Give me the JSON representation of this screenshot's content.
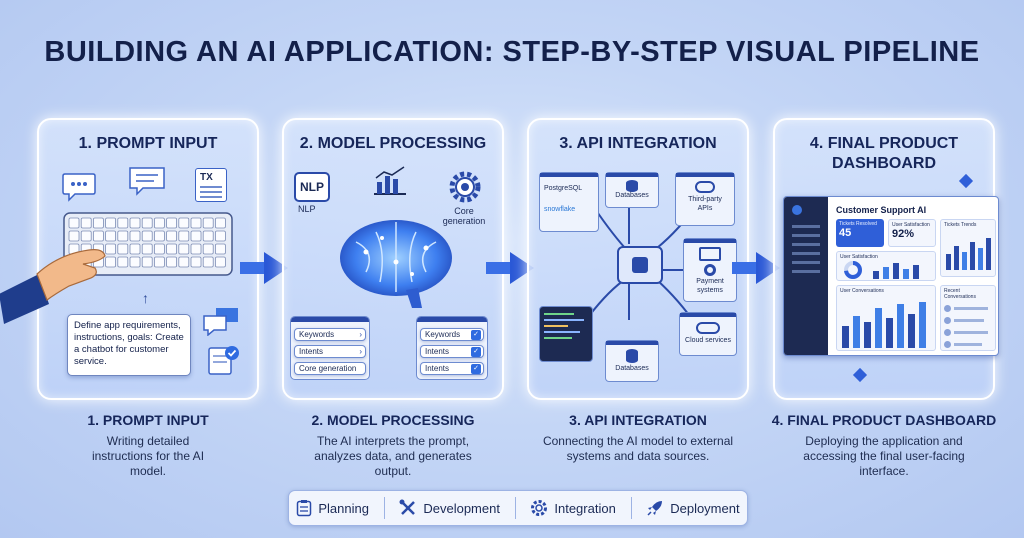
{
  "title": "BUILDING AN AI APPLICATION: STEP-BY-STEP VISUAL PIPELINE",
  "panels": [
    {
      "title": "1. PROMPT INPUT",
      "doc_label": "TX",
      "note": "Define app requirements, instructions, goals: Create a chatbot for customer service.",
      "caption_title": "1. PROMPT INPUT",
      "caption_desc": "Writing detailed instructions for the AI model."
    },
    {
      "title": "2. MODEL PROCESSING",
      "nlp": "NLP",
      "nlp_label": "NLP",
      "core_label": "Core generation",
      "left_chips": [
        "Keywords",
        "Intents",
        "Core generation"
      ],
      "right_chips": [
        "Keywords",
        "Intents",
        "Intents"
      ],
      "caption_title": "2. MODEL PROCESSING",
      "caption_desc": "The AI interprets the prompt, analyzes data, and generates output."
    },
    {
      "title": "3. API INTEGRATION",
      "postgres": "PostgreSQL",
      "snowflake": "snowflake",
      "databases_top": "Databases",
      "third_party": "Third-party APIs",
      "payment": "Payment systems",
      "cloud": "Cloud services",
      "databases_bottom": "Databases",
      "caption_title": "3. API INTEGRATION",
      "caption_desc": "Connecting the AI model to external systems and data sources."
    },
    {
      "title": "4. FINAL PRODUCT DASHBOARD",
      "dash_title": "Customer Support AI",
      "tickets_label": "Tickets Resolved",
      "tickets_value": "45",
      "satisfaction_label": "User Satisfaction",
      "satisfaction_value": "92%",
      "trends_label": "Tickets Trends",
      "sat_label": "User Satisfaction",
      "conv_label": "User Conversations",
      "recent_label": "Recent Conversations",
      "caption_title": "4. FINAL PRODUCT DASHBOARD",
      "caption_desc": "Deploying the application and accessing the final user-facing interface."
    }
  ],
  "legend": [
    {
      "label": "Planning",
      "icon": "clipboard-icon"
    },
    {
      "label": "Development",
      "icon": "tools-icon"
    },
    {
      "label": "Integration",
      "icon": "gear-icon"
    },
    {
      "label": "Deployment",
      "icon": "rocket-icon"
    }
  ],
  "colors": {
    "accent": "#2f5fd8",
    "dark": "#13204a",
    "glow": "#4f8cff",
    "chip_check": "#2f6be0"
  }
}
